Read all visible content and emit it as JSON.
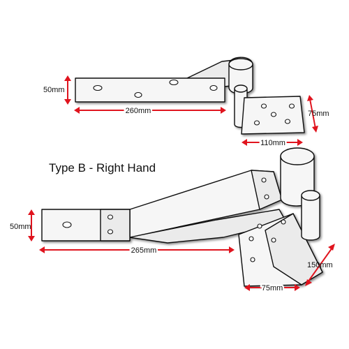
{
  "title": "Type B - Right Hand",
  "top_hinge": {
    "height_label": "50mm",
    "strap_length_label": "260mm",
    "plate_width_label": "110mm",
    "plate_height_label": "75mm"
  },
  "bottom_hinge": {
    "height_label": "50mm",
    "strap_length_label": "265mm",
    "plate_width_label": "75mm",
    "plate_height_label": "150mm"
  },
  "colors": {
    "dimension_line": "#e0141e",
    "outline": "#111111"
  }
}
